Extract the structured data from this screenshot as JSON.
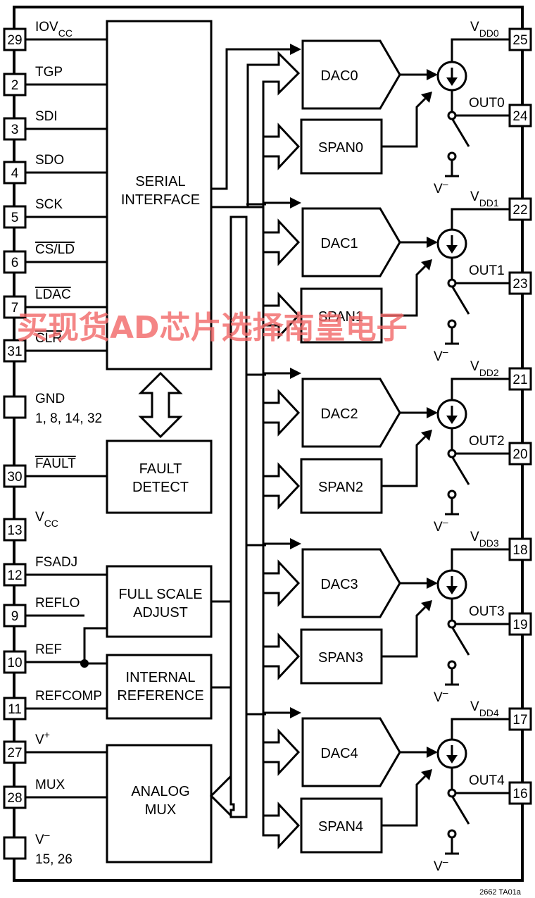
{
  "left_pins": [
    {
      "num": "29",
      "name": "IOV",
      "sub": "CC",
      "sup": "",
      "bar": false
    },
    {
      "num": "2",
      "name": "TGP",
      "sub": "",
      "sup": "",
      "bar": false
    },
    {
      "num": "3",
      "name": "SDI",
      "sub": "",
      "sup": "",
      "bar": false
    },
    {
      "num": "4",
      "name": "SDO",
      "sub": "",
      "sup": "",
      "bar": false
    },
    {
      "num": "5",
      "name": "SCK",
      "sub": "",
      "sup": "",
      "bar": false
    },
    {
      "num": "6",
      "name": "CS/LD",
      "sub": "",
      "sup": "",
      "bar": true
    },
    {
      "num": "7",
      "name": "LDAC",
      "sub": "",
      "sup": "",
      "bar": true
    },
    {
      "num": "31",
      "name": "CLR",
      "sub": "",
      "sup": "",
      "bar": true
    },
    {
      "num": "",
      "name": "GND",
      "sub": "",
      "sup": "",
      "bar": false,
      "line2": "1, 8, 14, 32"
    },
    {
      "num": "30",
      "name": "FAULT",
      "sub": "",
      "sup": "",
      "bar": true
    },
    {
      "num": "13",
      "name": "V",
      "sub": "CC",
      "sup": "",
      "bar": false
    },
    {
      "num": "12",
      "name": "FSADJ",
      "sub": "",
      "sup": "",
      "bar": false
    },
    {
      "num": "9",
      "name": "REFLO",
      "sub": "",
      "sup": "",
      "bar": false
    },
    {
      "num": "10",
      "name": "REF",
      "sub": "",
      "sup": "",
      "bar": false
    },
    {
      "num": "11",
      "name": "REFCOMP",
      "sub": "",
      "sup": "",
      "bar": false
    },
    {
      "num": "27",
      "name": "V",
      "sub": "",
      "sup": "+",
      "bar": false
    },
    {
      "num": "28",
      "name": "MUX",
      "sub": "",
      "sup": "",
      "bar": false
    },
    {
      "num": "",
      "name": "V",
      "sub": "",
      "sup": "–",
      "bar": false,
      "line2": "15, 26"
    }
  ],
  "blocks": {
    "serial": [
      "SERIAL",
      "INTERFACE"
    ],
    "fault": [
      "FAULT",
      "DETECT"
    ],
    "fullscale": [
      "FULL SCALE",
      "ADJUST"
    ],
    "internal": [
      "INTERNAL",
      "REFERENCE"
    ],
    "mux": [
      "ANALOG",
      "MUX"
    ]
  },
  "channels": [
    {
      "dac": "DAC0",
      "span": "SPAN0",
      "vdd": "V",
      "vdd_sub": "DD0",
      "vdd_pin": "25",
      "out": "OUT0",
      "out_pin": "24",
      "vminus": "V",
      "vminus_sup": "–"
    },
    {
      "dac": "DAC1",
      "span": "SPAN1",
      "vdd": "V",
      "vdd_sub": "DD1",
      "vdd_pin": "22",
      "out": "OUT1",
      "out_pin": "23",
      "vminus": "V",
      "vminus_sup": "–"
    },
    {
      "dac": "DAC2",
      "span": "SPAN2",
      "vdd": "V",
      "vdd_sub": "DD2",
      "vdd_pin": "21",
      "out": "OUT2",
      "out_pin": "20",
      "vminus": "V",
      "vminus_sup": "–"
    },
    {
      "dac": "DAC3",
      "span": "SPAN3",
      "vdd": "V",
      "vdd_sub": "DD3",
      "vdd_pin": "18",
      "out": "OUT3",
      "out_pin": "19",
      "vminus": "V",
      "vminus_sup": "–"
    },
    {
      "dac": "DAC4",
      "span": "SPAN4",
      "vdd": "V",
      "vdd_sub": "DD4",
      "vdd_pin": "17",
      "out": "OUT4",
      "out_pin": "16",
      "vminus": "V",
      "vminus_sup": "–"
    }
  ],
  "watermark": "买现货AD芯片选择南皇电子",
  "figure_ref": "2662 TA01a"
}
